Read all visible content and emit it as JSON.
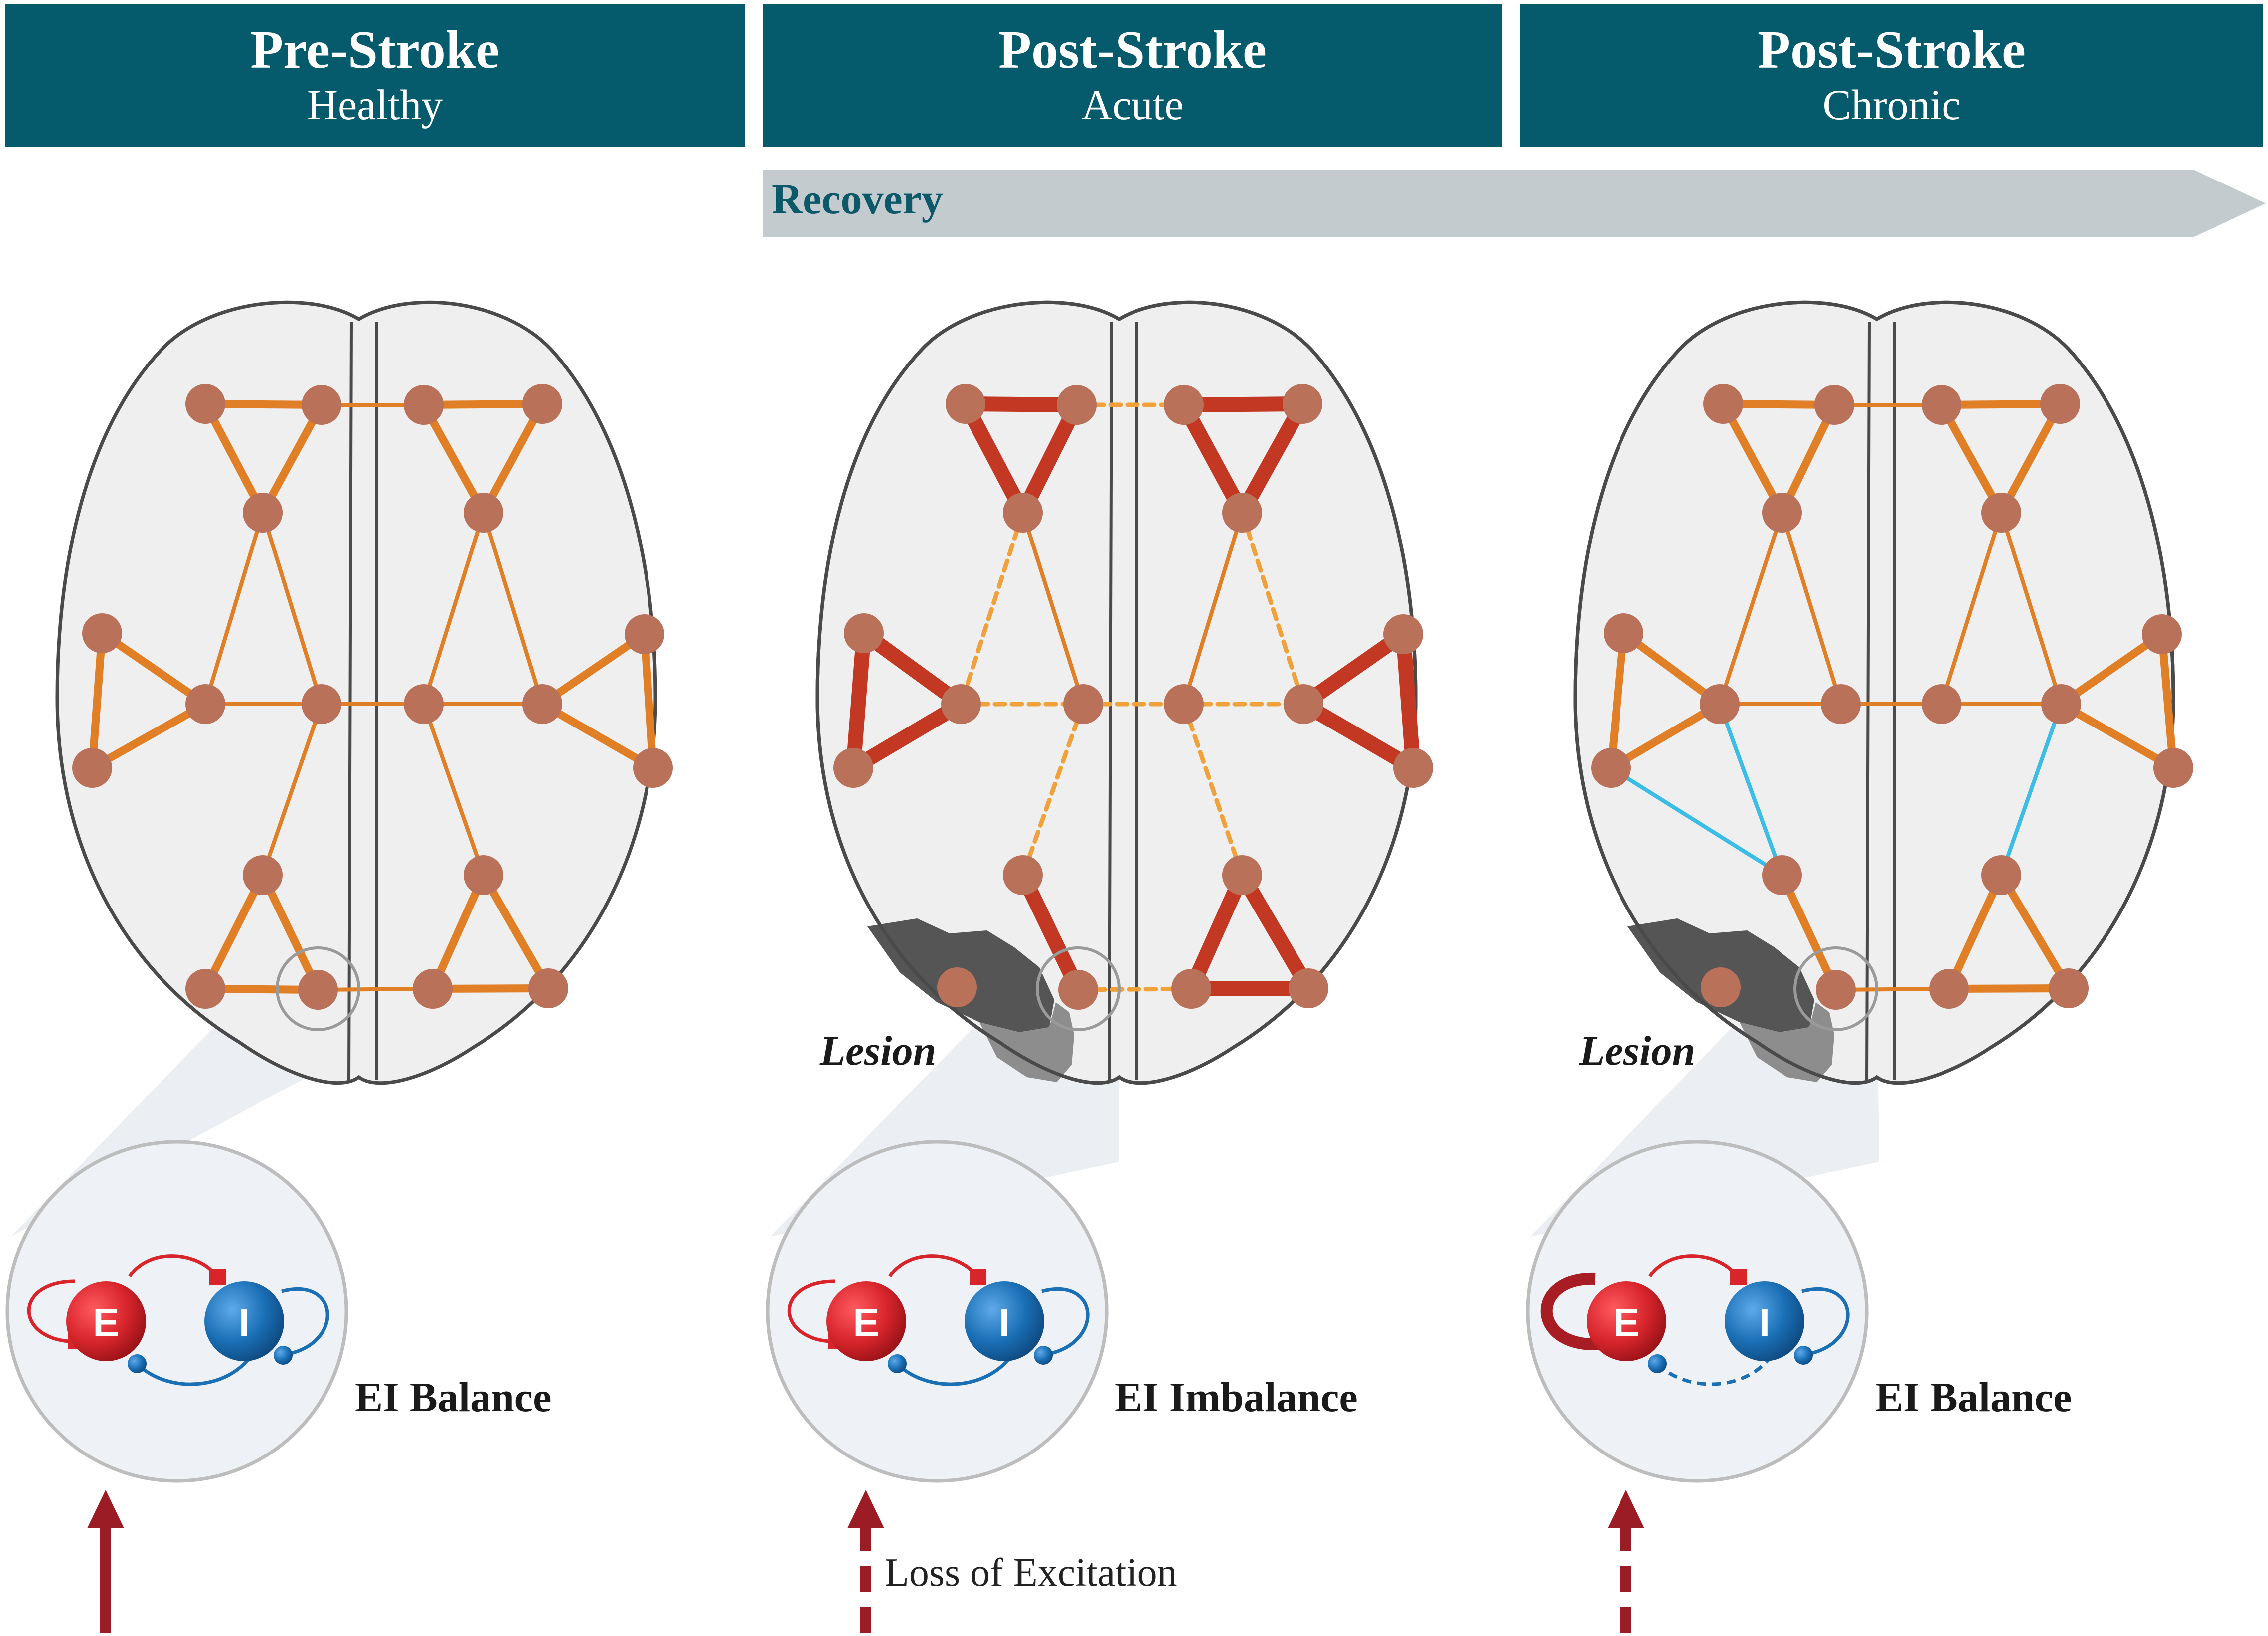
{
  "columns": [
    {
      "title": "Pre-Stroke",
      "subtitle": "Healthy",
      "state": "EI Balance",
      "lesion": ""
    },
    {
      "title": "Post-Stroke",
      "subtitle": "Acute",
      "state": "EI Imbalance",
      "lesion": "Lesion",
      "arrow_label": "Loss of Excitation"
    },
    {
      "title": "Post-Stroke",
      "subtitle": "Chronic",
      "state": "EI Balance",
      "lesion": "Lesion"
    }
  ],
  "recovery_label": "Recovery",
  "neurons": {
    "excitatory": "E",
    "inhibitory": "I"
  },
  "colors": {
    "header_bg": "#055a6c",
    "header_text": "#ffffff",
    "recovery_arrow": "#c3cbcf",
    "recovery_text": "#0b5868",
    "brain_fill": "#efefef",
    "brain_outline": "#4a4a4a",
    "node": "#b9715a",
    "edge_normal": "#e07f26",
    "edge_strong": "#c33822",
    "edge_weak": "#f1a13a",
    "edge_new": "#3bbde6",
    "lesion": "#555555",
    "excitatory": "#d8252c",
    "inhibitory": "#1a6fb5",
    "arrow": "#9b1c24"
  }
}
